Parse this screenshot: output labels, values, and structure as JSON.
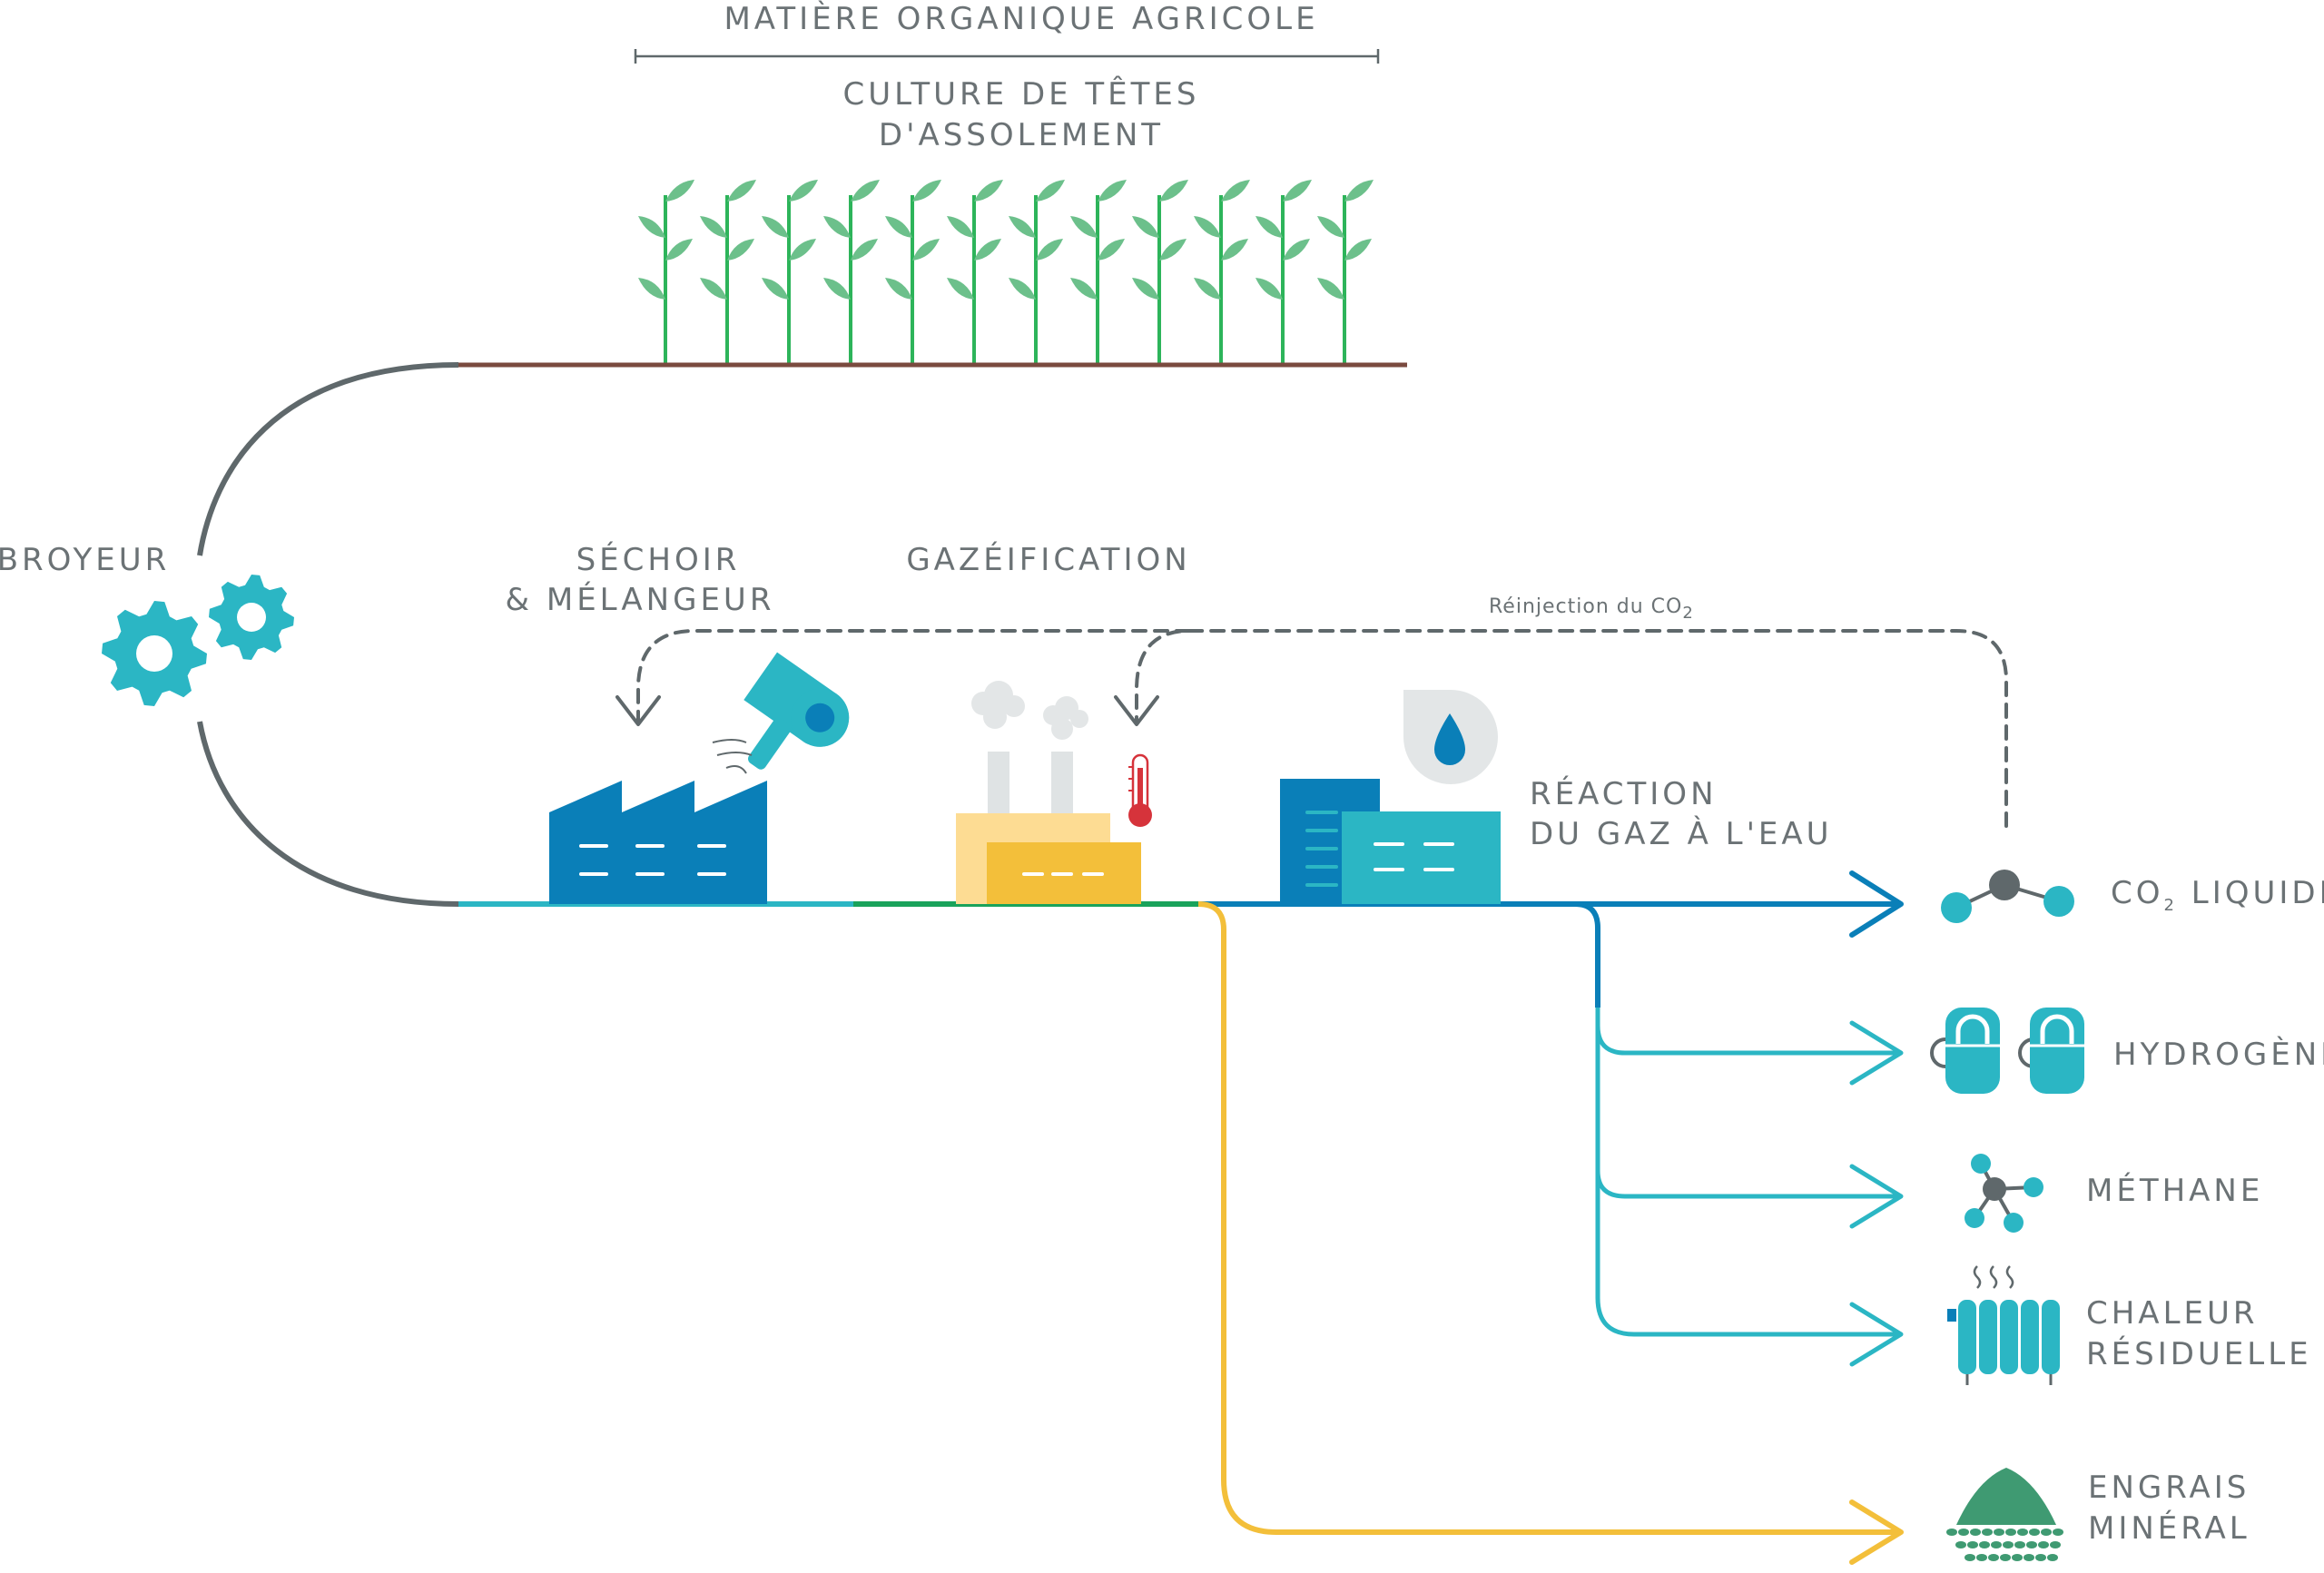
{
  "top": {
    "category": "MATIÈRE ORGANIQUE AGRICOLE",
    "crop_line1": "CULTURE DE TÊTES",
    "crop_line2": "D'ASSOLEMENT"
  },
  "stages": {
    "broyeur": "BROYEUR",
    "sechoir_line1": "SÉCHOIR",
    "sechoir_line2": "& MÉLANGEUR",
    "gazeification": "GAZÉIFICATION",
    "reaction_line1": "RÉACTION",
    "reaction_line2": "DU GAZ À L'EAU"
  },
  "reinjection": {
    "label": "Réinjection du CO",
    "sub": "2"
  },
  "outputs": {
    "co2": {
      "prefix": "CO",
      "sub": "2",
      "suffix": " LIQUIDE"
    },
    "hydrogene": "HYDROGÈNE",
    "methane": "MÉTHANE",
    "chaleur_line1": "CHALEUR",
    "chaleur_line2": "RÉSIDUELLE",
    "engrais_line1": "ENGRAIS",
    "engrais_line2": "MINÉRAL"
  },
  "colors": {
    "grey": "#5f686b",
    "soil": "#7a4a3f",
    "plant": "#6cc08b",
    "stem": "#2db45a",
    "teal": "#2bb6c4",
    "blue": "#0a7fb8",
    "green": "#1aa35b",
    "yellow": "#f3bf3a",
    "pale_yellow": "#fddc93",
    "red": "#d6333b",
    "fertilizer": "#3f9a72"
  }
}
